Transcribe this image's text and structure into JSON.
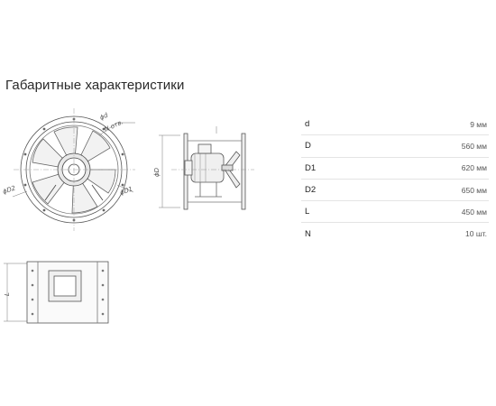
{
  "title": "Габаритные характеристики",
  "drawing_labels": {
    "front_d": "ϕd",
    "front_n": "N отв.",
    "front_d2": "ϕD2",
    "front_d1": "ϕD1",
    "side_d": "ϕD",
    "bottom_l": "L"
  },
  "specs": [
    {
      "name": "d",
      "value": "9 мм"
    },
    {
      "name": "D",
      "value": "560 мм"
    },
    {
      "name": "D1",
      "value": "620 мм"
    },
    {
      "name": "D2",
      "value": "650 мм"
    },
    {
      "name": "L",
      "value": "450 мм"
    },
    {
      "name": "N",
      "value": "10 шт."
    }
  ]
}
